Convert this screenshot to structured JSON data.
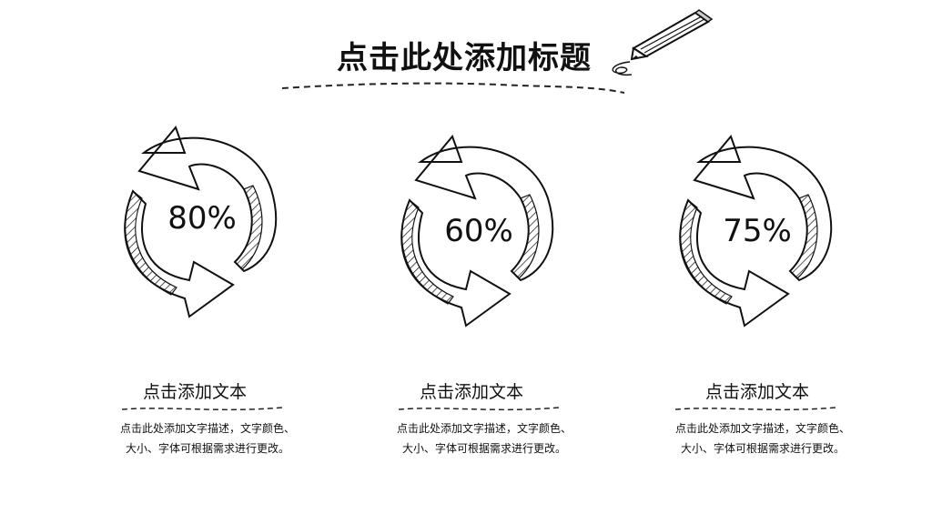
{
  "slide": {
    "title": "点击此处添加标题",
    "cards": [
      {
        "percent": "80%",
        "label": "点击添加文本",
        "desc_line1": "点击此处添加文字描述，文字颜色、",
        "desc_line2": "大小、字体可根据需求进行更改。"
      },
      {
        "percent": "60%",
        "label": "点击添加文本",
        "desc_line1": "点击此处添加文字描述，文字颜色、",
        "desc_line2": "大小、字体可根据需求进行更改。"
      },
      {
        "percent": "75%",
        "label": "点击添加文本",
        "desc_line1": "点击此处添加文字描述，文字颜色、",
        "desc_line2": "大小、字体可根据需求进行更改。"
      }
    ]
  }
}
